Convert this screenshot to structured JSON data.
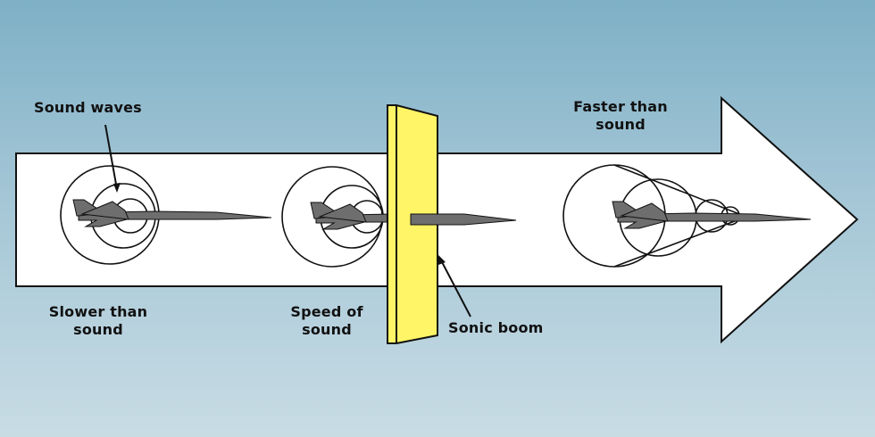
{
  "labels": {
    "sound_waves": "Sound waves",
    "slower": [
      "Slower than",
      "sound"
    ],
    "speed": [
      "Speed of",
      "sound"
    ],
    "faster": [
      "Faster than",
      "sound"
    ],
    "sonic_boom": "Sonic boom"
  },
  "colors": {
    "background_top": "#7eb0c6",
    "background_bottom": "#c8dce4",
    "arrow_fill": "#ffffff",
    "plane_fill": "#6e6e6e",
    "shock_panel": "#fff566",
    "line": "#111111"
  }
}
